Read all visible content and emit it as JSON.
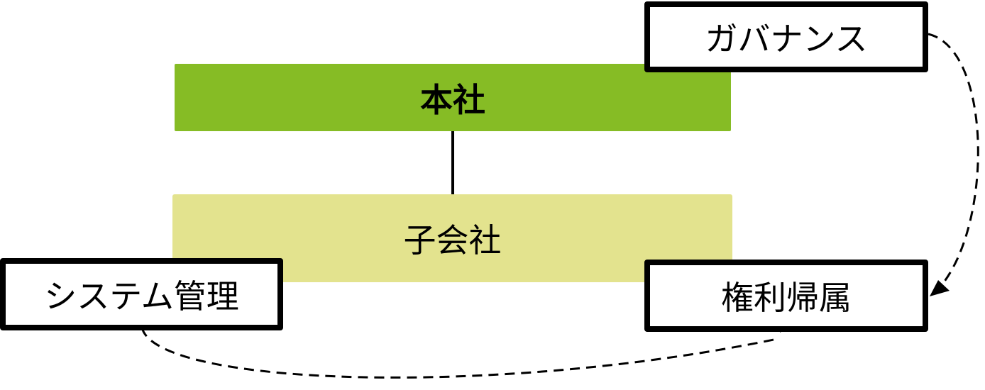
{
  "nodes": {
    "headquarters": "本社",
    "subsidiary": "子会社",
    "governance": "ガバナンス",
    "system_management": "システム管理",
    "rights_attribution": "権利帰属"
  },
  "colors": {
    "headquarters": "#86bc25",
    "subsidiary": "#e3e38e"
  }
}
